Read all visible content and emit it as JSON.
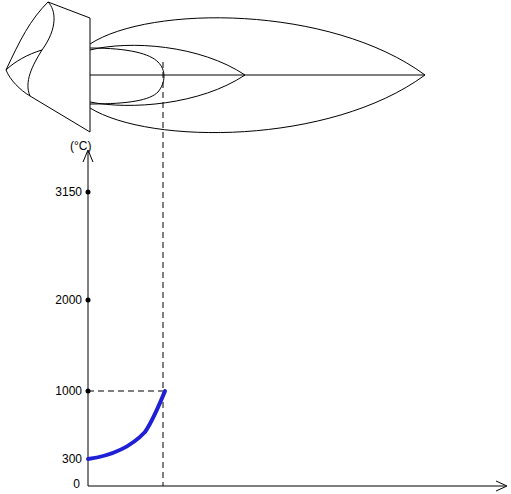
{
  "diagram": {
    "labels": [
      "(°C)",
      "3150",
      "2000",
      "1000",
      "300",
      "0"
    ]
  }
}
